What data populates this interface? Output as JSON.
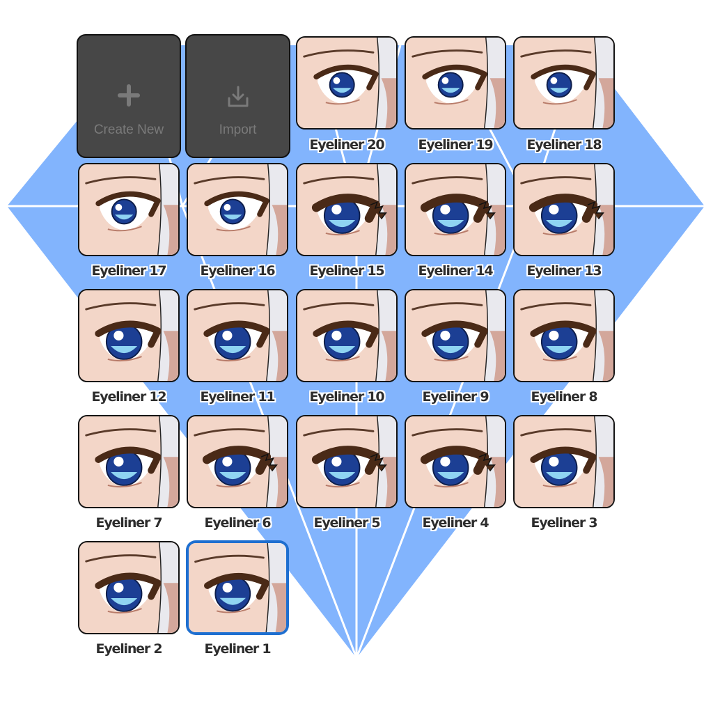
{
  "actions": {
    "create_label": "Create New",
    "create_icon": "plus-icon",
    "import_label": "Import",
    "import_icon": "download-tray-icon"
  },
  "presets": [
    {
      "label": "Eyeliner 20",
      "style": "thin"
    },
    {
      "label": "Eyeliner 19",
      "style": "thin"
    },
    {
      "label": "Eyeliner 18",
      "style": "thin"
    },
    {
      "label": "Eyeliner 17",
      "style": "thin"
    },
    {
      "label": "Eyeliner 16",
      "style": "thin"
    },
    {
      "label": "Eyeliner 15",
      "style": "lashes"
    },
    {
      "label": "Eyeliner 14",
      "style": "lashes"
    },
    {
      "label": "Eyeliner 13",
      "style": "lashes"
    },
    {
      "label": "Eyeliner 12",
      "style": "bold"
    },
    {
      "label": "Eyeliner 11",
      "style": "bold"
    },
    {
      "label": "Eyeliner 10",
      "style": "bold"
    },
    {
      "label": "Eyeliner 9",
      "style": "bold"
    },
    {
      "label": "Eyeliner 8",
      "style": "bold"
    },
    {
      "label": "Eyeliner 7",
      "style": "bold"
    },
    {
      "label": "Eyeliner 6",
      "style": "lashes"
    },
    {
      "label": "Eyeliner 5",
      "style": "lashes"
    },
    {
      "label": "Eyeliner 4",
      "style": "lashes"
    },
    {
      "label": "Eyeliner 3",
      "style": "bold"
    },
    {
      "label": "Eyeliner 2",
      "style": "bold"
    },
    {
      "label": "Eyeliner 1",
      "style": "bold"
    }
  ],
  "selected_label": "Eyeliner 1",
  "colors": {
    "background_shape": "#82b4fd",
    "selected_border": "#1e6fd0",
    "action_tile": "#474747",
    "skin": "#f3d6c8",
    "iris": "#1c3f94"
  }
}
